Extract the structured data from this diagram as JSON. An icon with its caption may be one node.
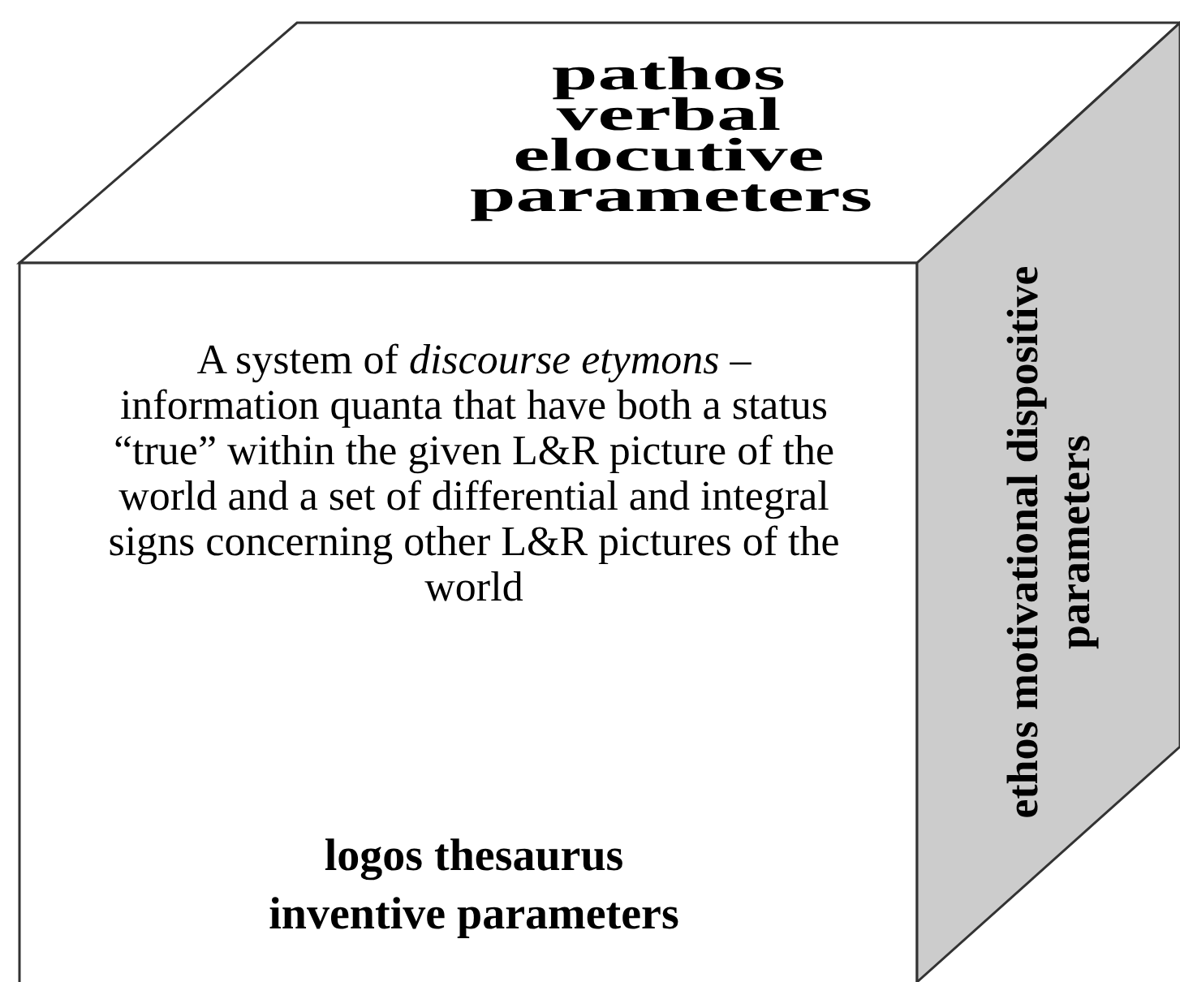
{
  "diagram": {
    "nodes": [
      {
        "text": [
          "pathos verbal elocutive parameters"
        ]
      },
      {
        "text": [
          "A system of *discourse etymons* – information quanta that have both a status “true” within the given L&R picture of the world and a set of differential and integral signs concerning other L&R pictures of the world",
          "logos thesaurus inventive parameters"
        ]
      },
      {
        "text": [
          "ethos motivational dispositive parameters"
        ]
      }
    ]
  }
}
